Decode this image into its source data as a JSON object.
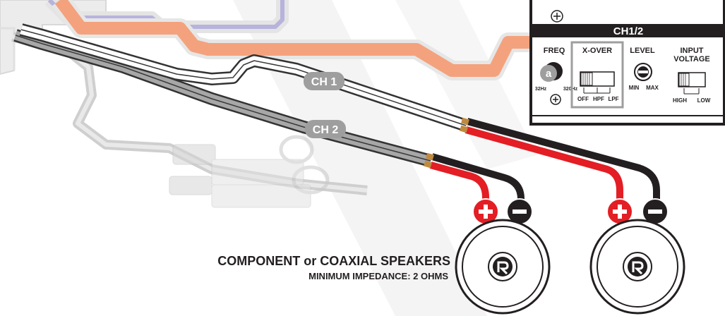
{
  "channels": {
    "ch1": "CH 1",
    "ch2": "CH 2"
  },
  "panel": {
    "title": "CH1/2",
    "freq": {
      "label": "FREQ",
      "marker": "a",
      "min": "32Hz",
      "max": "320Hz"
    },
    "xover": {
      "label": "X-OVER",
      "options": [
        "OFF",
        "HPF",
        "LPF"
      ]
    },
    "level": {
      "label": "LEVEL",
      "min": "MIN",
      "max": "MAX"
    },
    "input_voltage": {
      "label_line1": "INPUT",
      "label_line2": "VOLTAGE",
      "high": "HIGH",
      "low": "LOW"
    }
  },
  "speakers": {
    "title": "COMPONENT or COAXIAL SPEAKERS",
    "subtitle": "MINIMUM IMPEDANCE: 2 OHMS"
  },
  "colors": {
    "positive": "#e31e24",
    "negative": "#231f20",
    "orange_cable": "#f4a27d",
    "purple_cable": "#b7b3dc",
    "grey_cable": "#bdbdbd",
    "badge": "#9e9e9e"
  }
}
